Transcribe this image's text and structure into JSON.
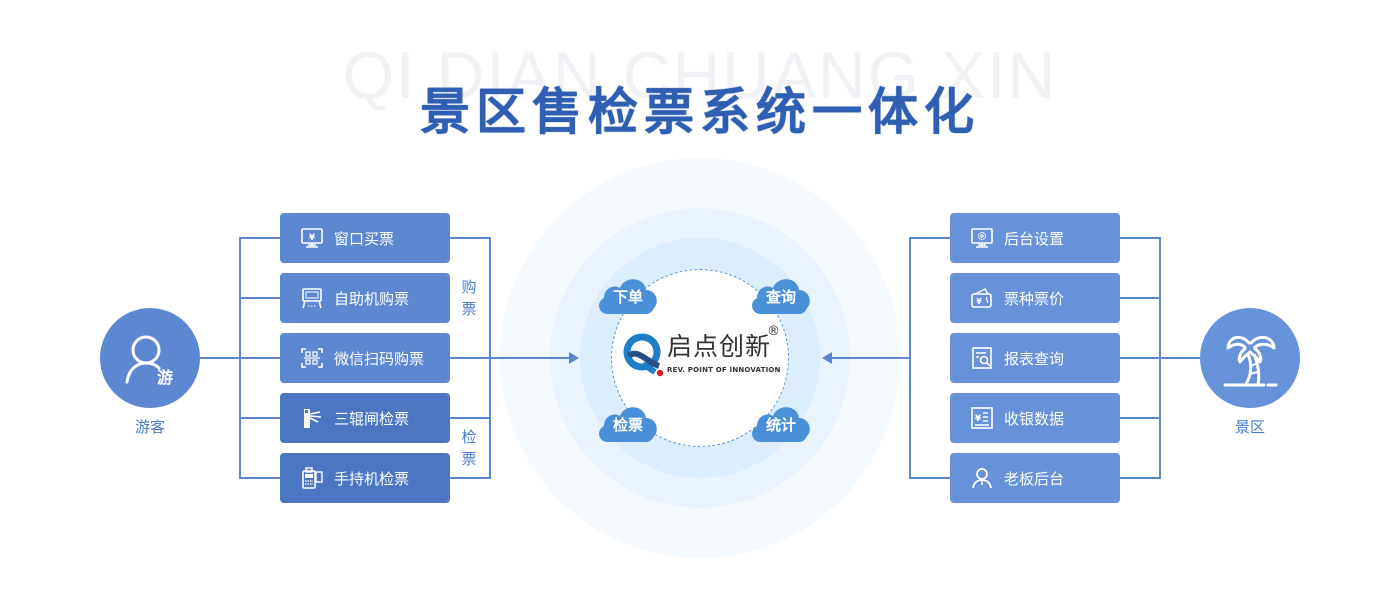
{
  "header": {
    "watermark": "QI DIAN CHUANG XIN",
    "title": "景区售检票系统一体化"
  },
  "left_actor": {
    "label": "游客",
    "badge": "游",
    "icon": "user-icon"
  },
  "right_actor": {
    "label": "景区",
    "icon": "palm-tree-icon"
  },
  "left_groups": [
    {
      "label_chars": [
        "购",
        "票"
      ]
    },
    {
      "label_chars": [
        "检",
        "票"
      ]
    }
  ],
  "left_items": [
    {
      "label": "窗口买票",
      "icon": "monitor-yuan-icon"
    },
    {
      "label": "自助机购票",
      "icon": "kiosk-icon"
    },
    {
      "label": "微信扫码购票",
      "icon": "qr-scan-icon"
    },
    {
      "label": "三辊闸检票",
      "icon": "turnstile-icon"
    },
    {
      "label": "手持机检票",
      "icon": "handheld-terminal-icon"
    }
  ],
  "right_items": [
    {
      "label": "后台设置",
      "icon": "monitor-gear-icon"
    },
    {
      "label": "票种票价",
      "icon": "wallet-ticket-icon"
    },
    {
      "label": "报表查询",
      "icon": "report-search-icon"
    },
    {
      "label": "收银数据",
      "icon": "cashier-data-icon"
    },
    {
      "label": "老板后台",
      "icon": "boss-user-icon"
    }
  ],
  "center": {
    "clouds": [
      "下单",
      "查询",
      "检票",
      "统计"
    ],
    "logo": {
      "name_cn": "启点创新",
      "name_en": "REV. POINT OF INNOVATION",
      "registered": "®"
    }
  },
  "colors": {
    "title": "#2f5fb3",
    "button_primary": "#5c88d2",
    "button_dark": "#4b77c2",
    "button_right": "#6692d9",
    "cloud": "#4a90d9",
    "logo_red": "#e02020"
  }
}
